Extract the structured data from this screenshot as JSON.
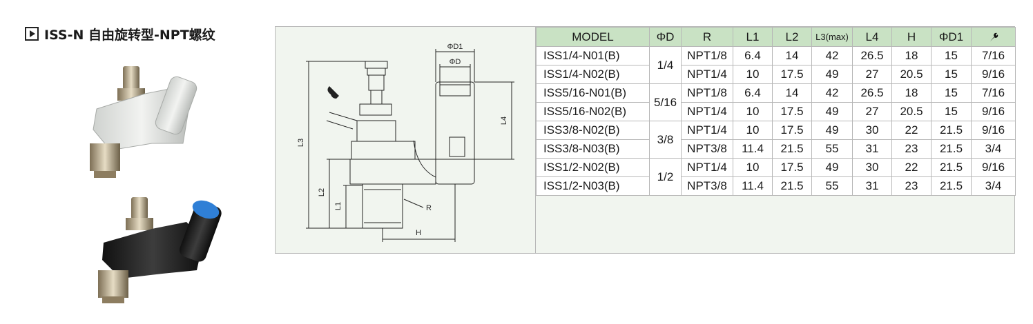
{
  "title": "ISS-N 自由旋转型-NPT螺纹",
  "icons": [
    "play-icon",
    "wrench-icon"
  ],
  "drawing": {
    "labels": {
      "d1": "ΦD1",
      "d": "ΦD",
      "l3": "L3",
      "l4": "L4",
      "l2": "L2",
      "l1": "L1",
      "r": "R",
      "h": "H"
    }
  },
  "table": {
    "headers": [
      "MODEL",
      "ΦD",
      "R",
      "L1",
      "L2",
      "L3(max)",
      "L4",
      "H",
      "ΦD1"
    ],
    "groups": [
      {
        "d": "1/4",
        "rows": [
          {
            "model": "ISS1/4-N01(B)",
            "r": "NPT1/8",
            "l1": "6.4",
            "l2": "14",
            "l3": "42",
            "l4": "26.5",
            "h": "18",
            "d1": "15",
            "wrench": "7/16"
          },
          {
            "model": "ISS1/4-N02(B)",
            "r": "NPT1/4",
            "l1": "10",
            "l2": "17.5",
            "l3": "49",
            "l4": "27",
            "h": "20.5",
            "d1": "15",
            "wrench": "9/16"
          }
        ]
      },
      {
        "d": "5/16",
        "rows": [
          {
            "model": "ISS5/16-N01(B)",
            "r": "NPT1/8",
            "l1": "6.4",
            "l2": "14",
            "l3": "42",
            "l4": "26.5",
            "h": "18",
            "d1": "15",
            "wrench": "7/16"
          },
          {
            "model": "ISS5/16-N02(B)",
            "r": "NPT1/4",
            "l1": "10",
            "l2": "17.5",
            "l3": "49",
            "l4": "27",
            "h": "20.5",
            "d1": "15",
            "wrench": "9/16"
          }
        ]
      },
      {
        "d": "3/8",
        "rows": [
          {
            "model": "ISS3/8-N02(B)",
            "r": "NPT1/4",
            "l1": "10",
            "l2": "17.5",
            "l3": "49",
            "l4": "30",
            "h": "22",
            "d1": "21.5",
            "wrench": "9/16"
          },
          {
            "model": "ISS3/8-N03(B)",
            "r": "NPT3/8",
            "l1": "11.4",
            "l2": "21.5",
            "l3": "55",
            "l4": "31",
            "h": "23",
            "d1": "21.5",
            "wrench": "3/4"
          }
        ]
      },
      {
        "d": "1/2",
        "rows": [
          {
            "model": "ISS1/2-N02(B)",
            "r": "NPT1/4",
            "l1": "10",
            "l2": "17.5",
            "l3": "49",
            "l4": "30",
            "h": "22",
            "d1": "21.5",
            "wrench": "9/16"
          },
          {
            "model": "ISS1/2-N03(B)",
            "r": "NPT3/8",
            "l1": "11.4",
            "l2": "21.5",
            "l3": "55",
            "l4": "31",
            "h": "23",
            "d1": "21.5",
            "wrench": "3/4"
          }
        ]
      }
    ]
  }
}
